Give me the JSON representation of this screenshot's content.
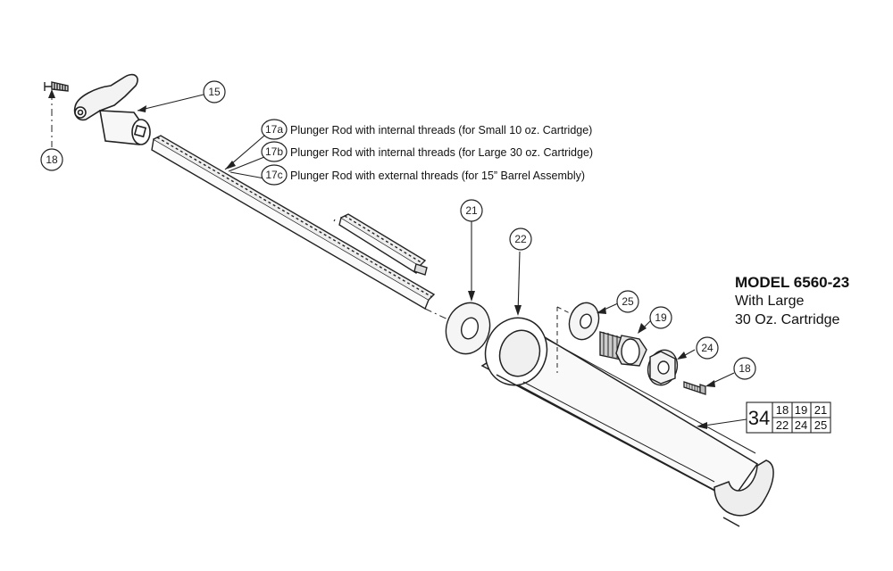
{
  "callouts": {
    "c15": "15",
    "c18a": "18",
    "c17a": "17a",
    "c17b": "17b",
    "c17c": "17c",
    "c21": "21",
    "c22": "22",
    "c25": "25",
    "c19": "19",
    "c24": "24",
    "c18b": "18"
  },
  "labels": {
    "l17a": "Plunger Rod with internal threads (for Small 10 oz. Cartridge)",
    "l17b": "Plunger Rod with internal threads (for Large 30 oz. Cartridge)",
    "l17c": "Plunger Rod with external threads (for 15” Barrel Assembly)"
  },
  "model": {
    "title": "MODEL 6560-23",
    "line1": "With Large",
    "line2": "30 Oz. Cartridge"
  },
  "kit": {
    "number": "34",
    "parts_row1": [
      "18",
      "19",
      "21"
    ],
    "parts_row2": [
      "22",
      "24",
      "25"
    ]
  }
}
